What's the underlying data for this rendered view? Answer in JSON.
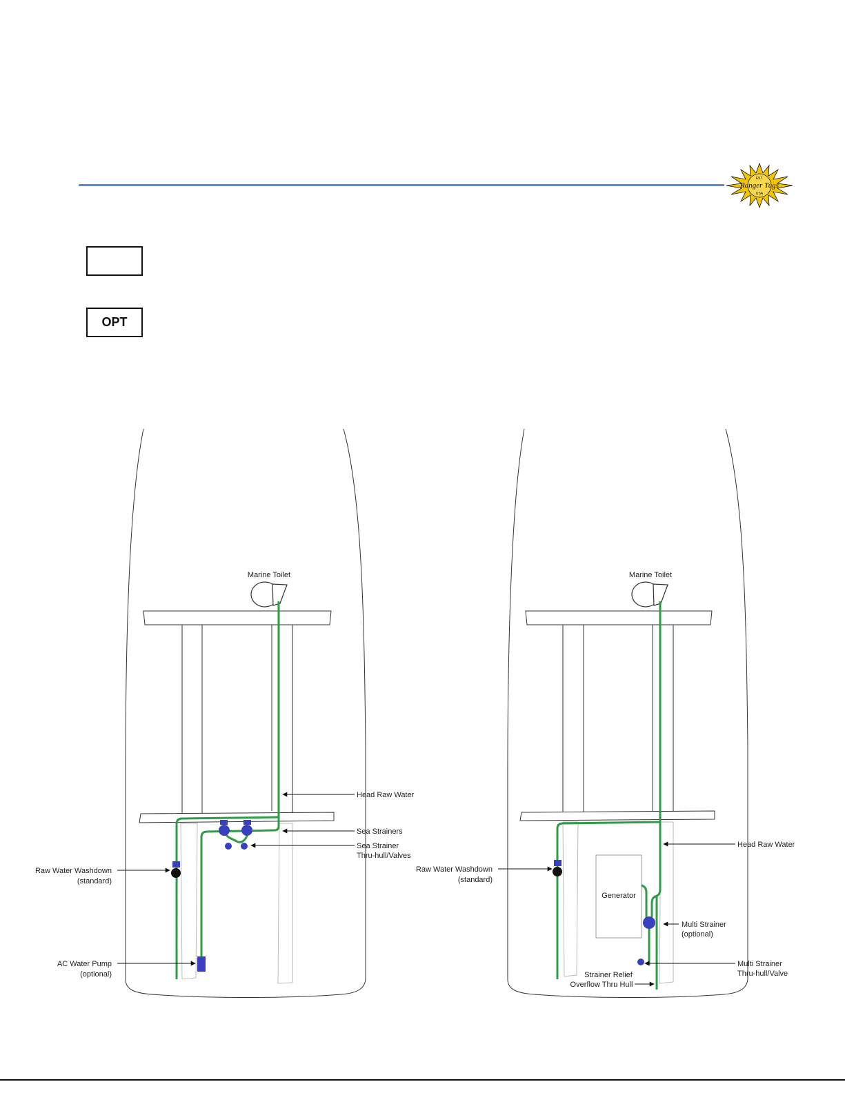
{
  "legend": {
    "standard_label": "",
    "optional_label": "OPT"
  },
  "logo": {
    "text": "Ranger Tugs",
    "small_top": "EST.",
    "small_bottom": "USA"
  },
  "colors": {
    "header_rule": "#5b8bd0",
    "plumbing_line": "#2e9b45",
    "component_blue": "#3a3fc0"
  },
  "left_diagram": {
    "marine_toilet": "Marine Toilet",
    "head_raw_water": "Head Raw Water",
    "sea_strainers": "Sea Strainers",
    "sea_strainer_valves_1": "Sea Strainer",
    "sea_strainer_valves_2": "Thru-hull/Valves",
    "raw_water_washdown_1": "Raw Water Washdown",
    "raw_water_washdown_2": "(standard)",
    "ac_water_pump_1": "AC Water Pump",
    "ac_water_pump_2": "(optional)"
  },
  "right_diagram": {
    "marine_toilet": "Marine Toilet",
    "head_raw_water": "Head Raw Water",
    "generator": "Generator",
    "raw_water_washdown_1": "Raw Water Washdown",
    "raw_water_washdown_2": "(standard)",
    "multi_strainer_1": "Multi Strainer",
    "multi_strainer_2": "(optional)",
    "multi_strainer_valve_1": "Multi Strainer",
    "multi_strainer_valve_2": "Thru-hull/Valve",
    "strainer_relief_1": "Strainer Relief",
    "strainer_relief_2": "Overflow Thru Hull"
  }
}
